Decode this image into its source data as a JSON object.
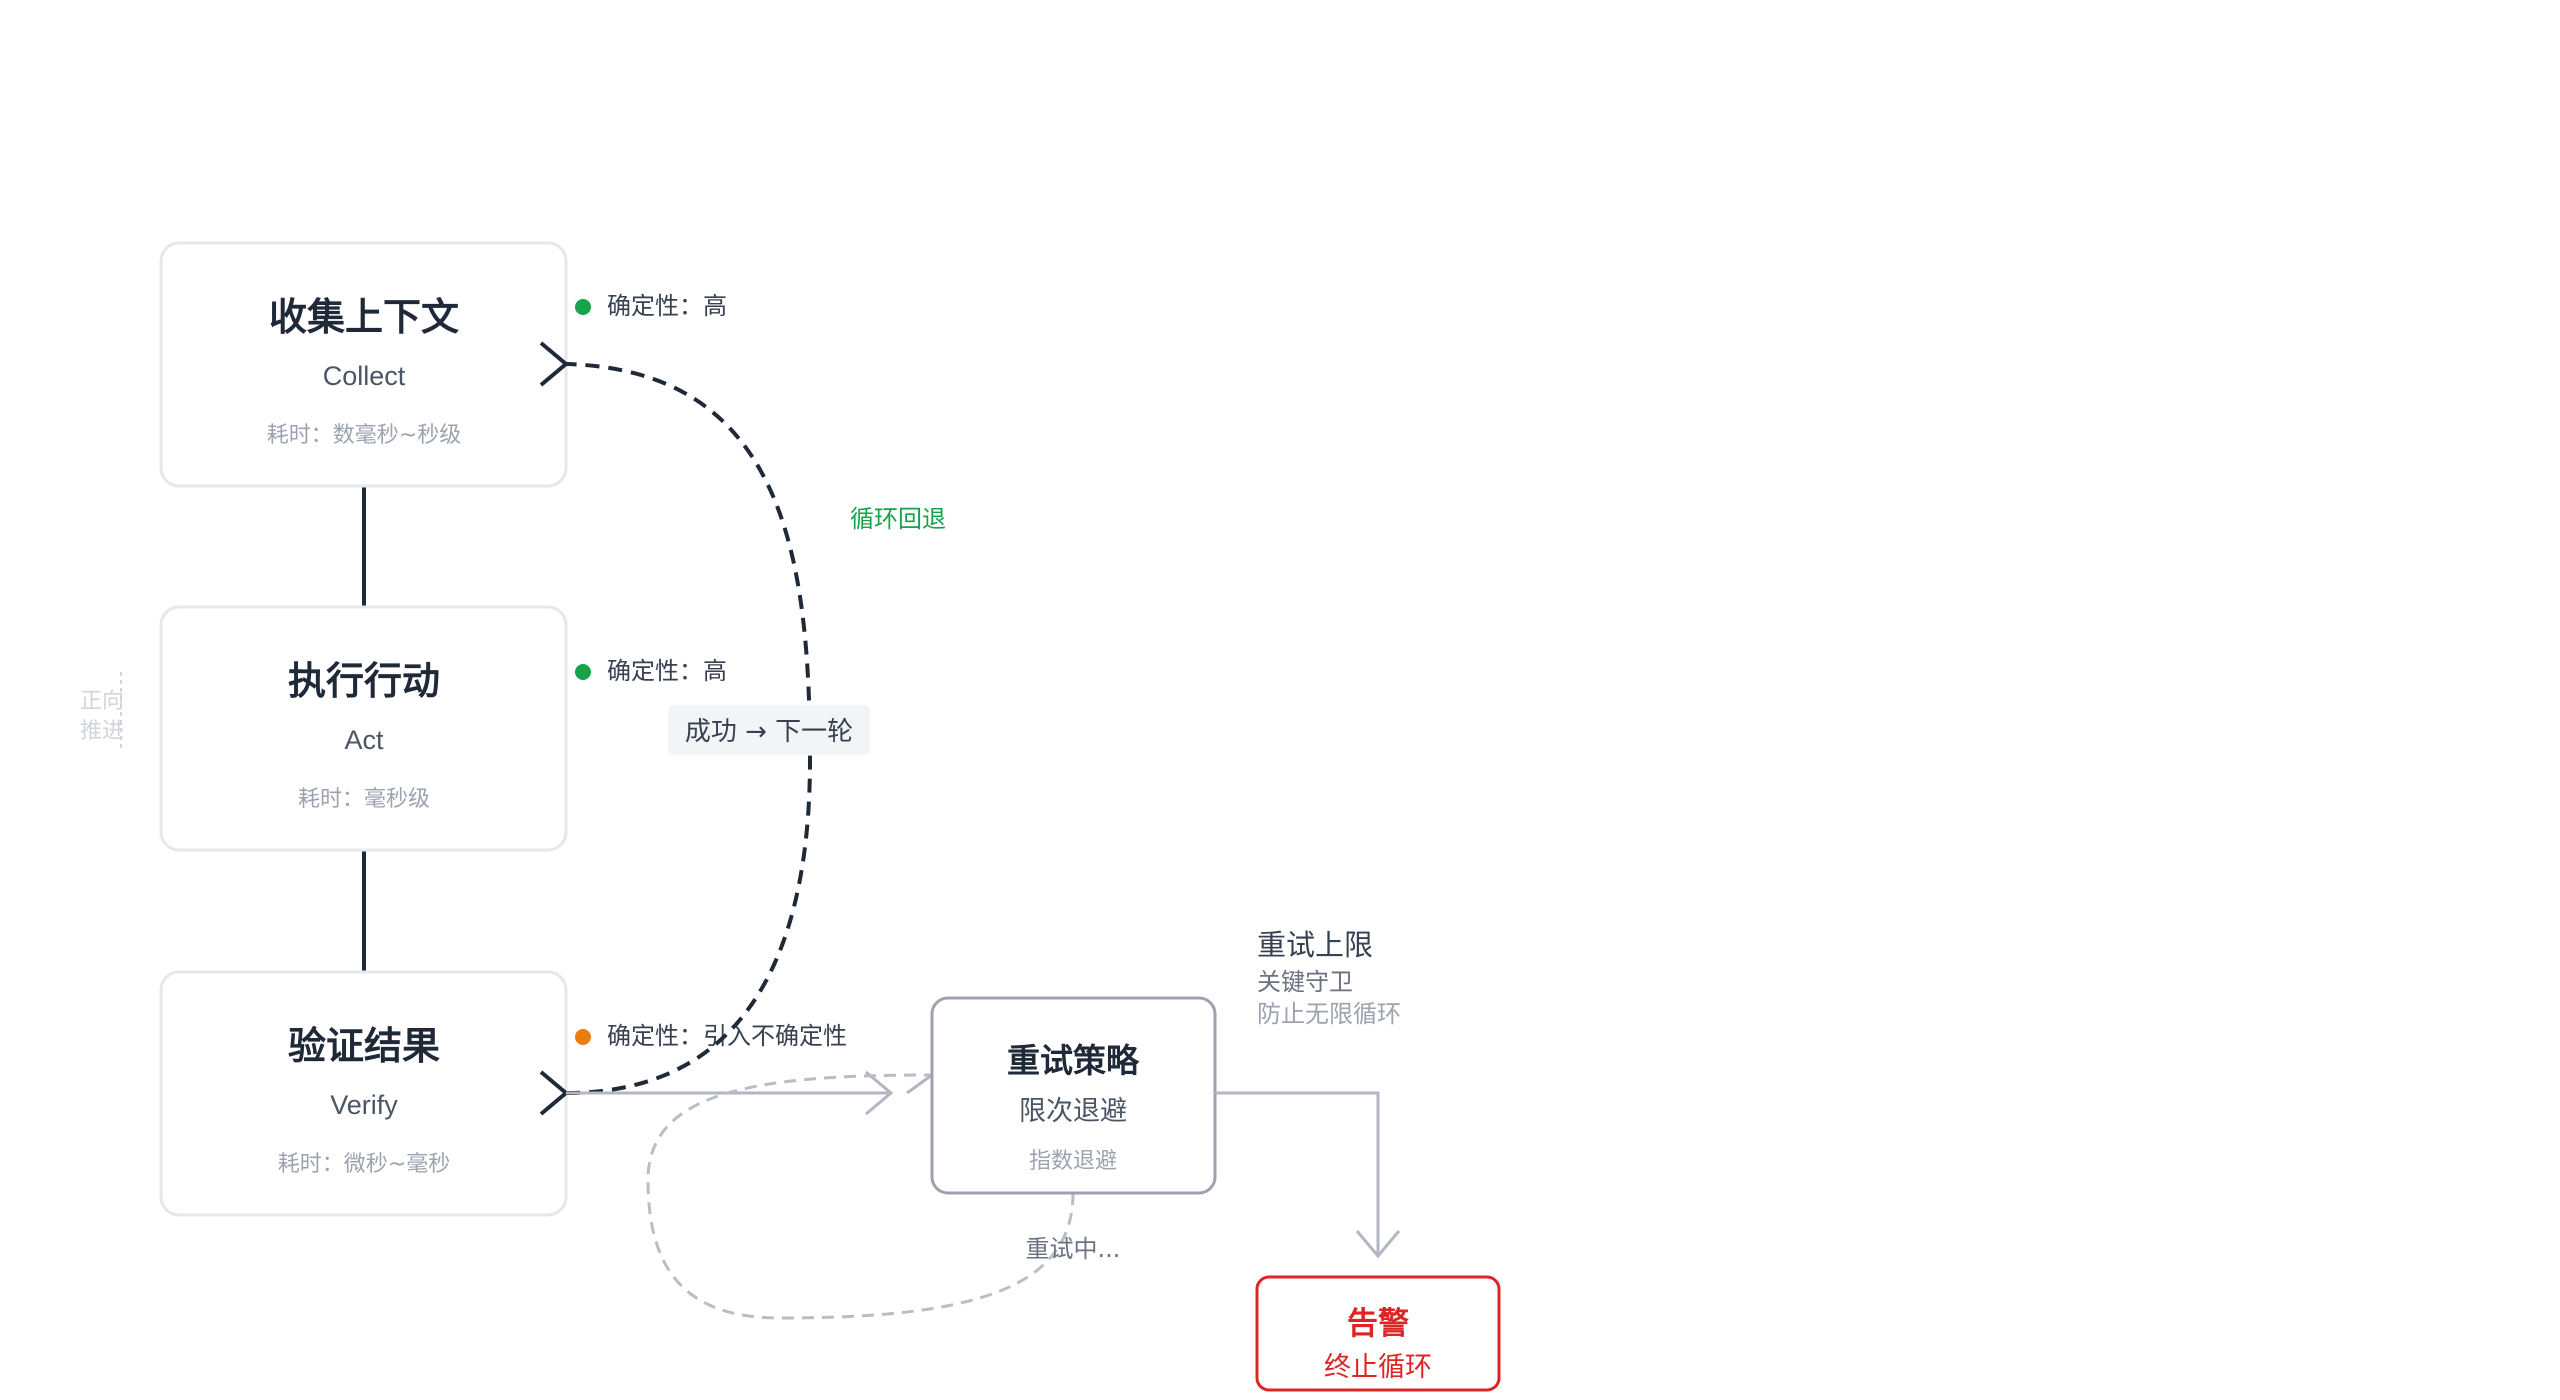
{
  "nodes": {
    "collect": {
      "title": "收集上下文",
      "subtitle": "Collect",
      "time": "耗时：数毫秒~秒级",
      "certainty": "确定性：高",
      "certainty_color": "#16a34a"
    },
    "act": {
      "title": "执行行动",
      "subtitle": "Act",
      "time": "耗时：毫秒级",
      "certainty": "确定性：高",
      "certainty_color": "#16a34a"
    },
    "verify": {
      "title": "验证结果",
      "subtitle": "Verify",
      "time": "耗时：微秒~毫秒",
      "certainty": "确定性：引入不确定性",
      "certainty_color": "#ea7c10"
    }
  },
  "side_label": {
    "line1": "正向",
    "line2": "推进"
  },
  "loop": {
    "label": "循环回退",
    "success": "成功 → 下一轮"
  },
  "retry": {
    "title": "重试策略",
    "subtitle": "限次退避",
    "detail": "指数退避",
    "status": "重试中..."
  },
  "limit": {
    "title": "重试上限",
    "line1": "关键守卫",
    "line2": "防止无限循环"
  },
  "alert": {
    "title": "告警",
    "subtitle": "终止循环"
  },
  "colors": {
    "success": "#16a34a",
    "warning": "#ea7c10",
    "danger": "#dc2626",
    "ink": "#1f2937"
  }
}
